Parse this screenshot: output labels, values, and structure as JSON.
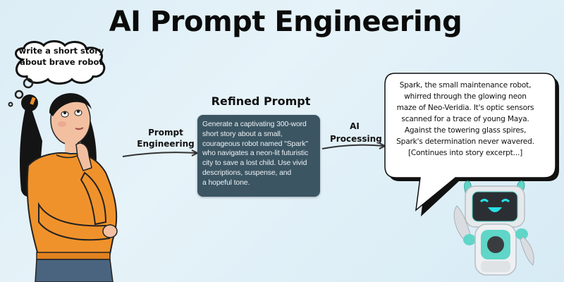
{
  "title": "AI Prompt Engineering",
  "thought_bubble": {
    "text": "write a short story about brave robot",
    "line1": "write a short story",
    "line2": "about brave robot"
  },
  "steps": {
    "prompt_engineering": {
      "line1": "Prompt",
      "line2": "Engineering"
    },
    "ai_processing": {
      "line1": "AI",
      "line2": "Processing"
    }
  },
  "refined_prompt": {
    "heading": "Refined Prompt",
    "lines": [
      "Generate a captivating 300-word",
      "short story about a small,",
      "courageous robot named \"Spark\"",
      "who navigates a neon-lit futuristic",
      "city to save a lost child. Use vivid",
      "descriptions, suspense, and",
      "a hopeful tone."
    ]
  },
  "output_bubble": {
    "lines": [
      "Spark, the small maintenance robot,",
      "whirred through the glowing neon",
      "maze of Neo-Veridia. It's optic sensors",
      "scanned for a trace of young Maya.",
      "Against the towering glass spires,",
      "Spark's determination never wavered.",
      "[Continues into story excerpt...]"
    ]
  },
  "figures": {
    "person": "thinking-woman-orange-sweater",
    "robot": "smiling-teal-white-robot"
  },
  "colors": {
    "background": "#dcedf6",
    "prompt_box": "#3b5563",
    "sweater": "#f0922b",
    "robot_accent": "#4fd1c5",
    "text": "#111111"
  }
}
